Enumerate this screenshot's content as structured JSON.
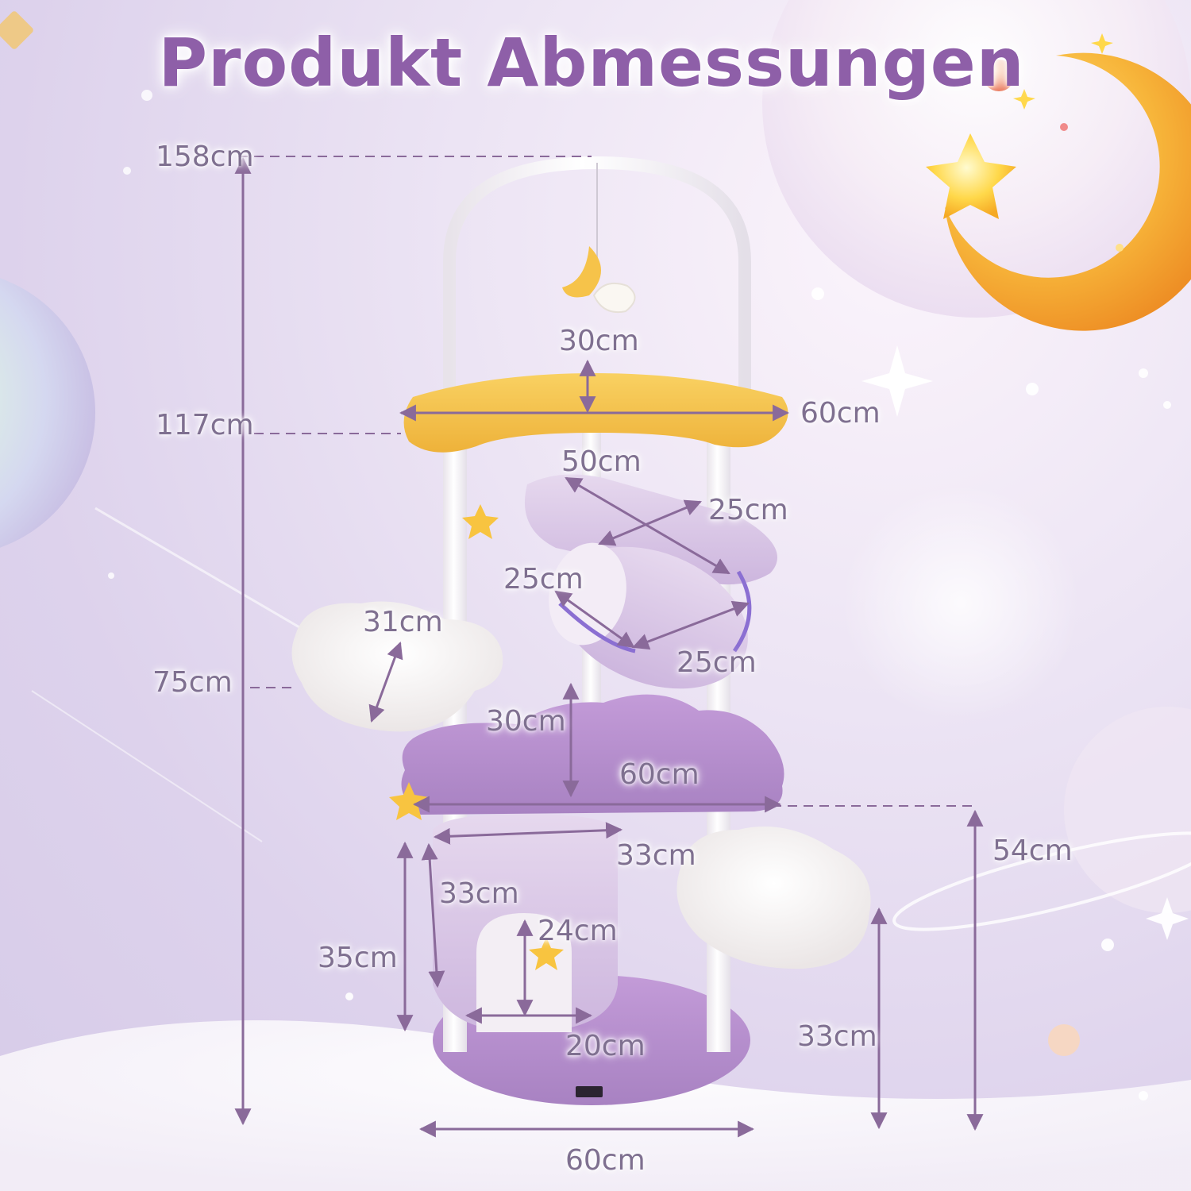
{
  "title": "Produkt Abmessungen",
  "dimensions": {
    "total_height": "158cm",
    "top_platform_height": "117cm",
    "hammock_height": "75cm",
    "top_depth": "30cm",
    "top_width": "60cm",
    "perch_length": "50cm",
    "perch_width": "25cm",
    "tunnel_diameter": "25cm",
    "tunnel_length": "25cm",
    "hammock_diameter": "31cm",
    "middle_depth": "30cm",
    "middle_width": "60cm",
    "middle_height": "54cm",
    "condo_width": "33cm",
    "condo_depth": "33cm",
    "condo_height": "35cm",
    "entrance_height": "24cm",
    "entrance_width": "20cm",
    "base_hammock_height": "33cm",
    "base_width": "60cm"
  },
  "colors": {
    "title": "#8e5fa8",
    "label": "#7f7090",
    "arrow": "#8a6a9a",
    "lavender": "#b58ccc",
    "light_lavender": "#dccbe6",
    "yellow": "#f6c44a",
    "white_plush": "#f8f6f4"
  }
}
